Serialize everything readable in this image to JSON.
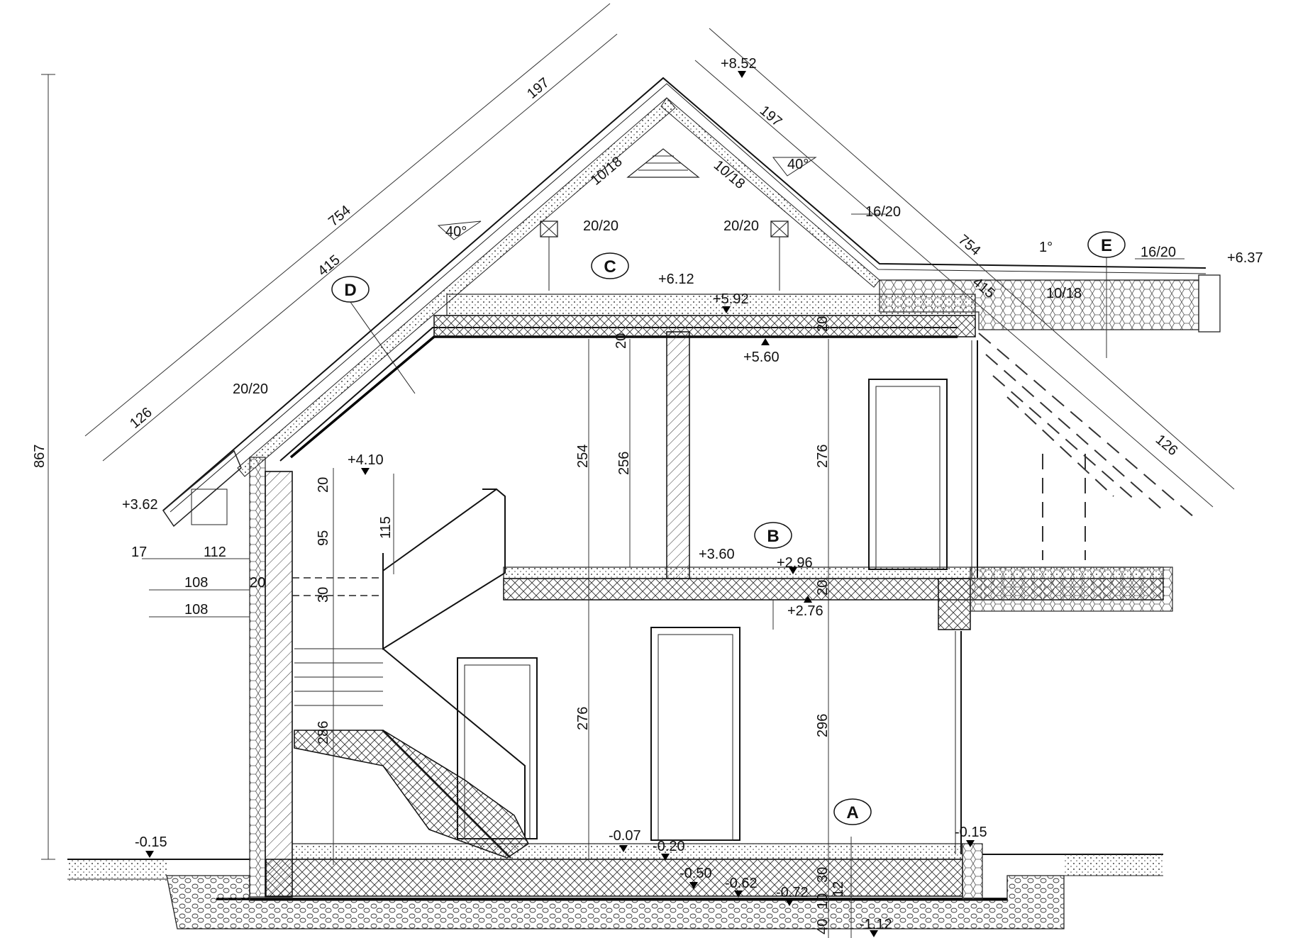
{
  "dimensions": {
    "overall_height": "867",
    "left_slope_total": "754",
    "left_slope_mid": "415",
    "left_slope_upper": "197",
    "left_slope_lower": "126",
    "right_slope_upper": "197",
    "right_slope_total": "754",
    "right_slope_mid": "415",
    "right_slope_lower": "126",
    "roof_angle": "40°",
    "flat_roof_angle": "1°",
    "rafter_left": "10/18",
    "rafter_right": "10/18",
    "rafter_flat": "10/18",
    "purlin_left": "20/20",
    "purlin_right": "20/20",
    "wall_plate": "20/20",
    "beam_flat_a": "16/20",
    "beam_flat_b": "16/20",
    "eave_17": "17",
    "eave_112": "112",
    "wall_108_a": "108",
    "wall_108_b": "108",
    "wall_20": "20",
    "attic_254": "254",
    "attic_256": "256",
    "attic_276": "276",
    "slab_20_top": "20",
    "slab_20_mid": "20",
    "slab_20_b": "20",
    "v_20": "20",
    "v_95": "95",
    "v_115": "115",
    "v_30": "30",
    "stair_286": "286",
    "ground_276": "276",
    "ground_296": "296",
    "found_30": "30",
    "found_12": "12",
    "found_10": "10",
    "found_40": "40"
  },
  "levels": {
    "ridge": "+8.52",
    "flat_roof": "+6.37",
    "top_slab": "+6.12",
    "top_slab_b": "+5.92",
    "attic_ceiling": "+5.60",
    "stair_head": "+4.10",
    "eave_left": "+3.62",
    "first_floor": "+3.60",
    "first_floor_b": "+2.96",
    "ground_ceiling": "+2.76",
    "terrain_left": "-0.15",
    "terrain_right": "-0.15",
    "floor_a": "-0.07",
    "floor_b": "-0.20",
    "found_a": "-0.50",
    "found_b": "-0.62",
    "found_c": "-0.72",
    "found_bottom": "-1.12"
  },
  "tags": {
    "a": "A",
    "b": "B",
    "c": "C",
    "d": "D",
    "e": "E"
  }
}
